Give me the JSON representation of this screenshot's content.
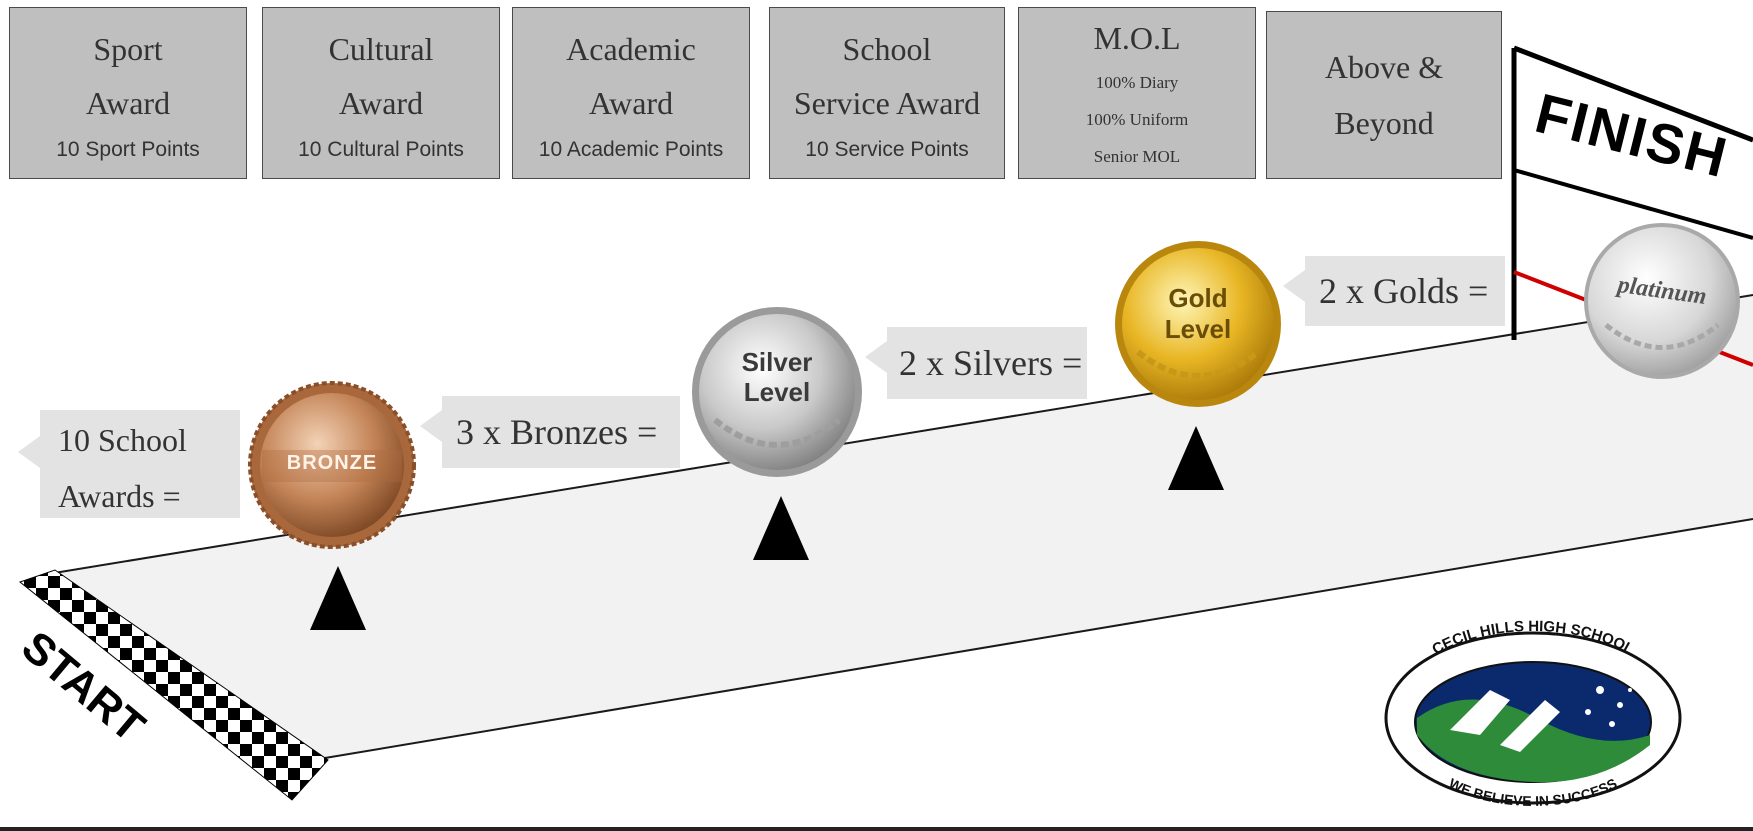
{
  "awards": [
    {
      "title_1": "Sport",
      "title_2": "Award",
      "sub": "10 Sport Points"
    },
    {
      "title_1": "Cultural",
      "title_2": "Award",
      "sub": "10 Cultural Points"
    },
    {
      "title_1": "Academic",
      "title_2": "Award",
      "sub": "10 Academic Points"
    },
    {
      "title_1": "School",
      "title_2": "Service Award",
      "sub": "10 Service Points"
    }
  ],
  "mol": {
    "title": "M.O.L",
    "line_1": "100% Diary",
    "line_2": "100% Uniform",
    "line_3": "Senior MOL"
  },
  "above": {
    "line_1": "Above &",
    "line_2": "Beyond"
  },
  "bubbles": {
    "school_awards_1": "10 School",
    "school_awards_2": "Awards =",
    "bronzes": "3 x Bronzes =",
    "silvers": "2 x Silvers =",
    "golds": "2 x Golds ="
  },
  "medals": {
    "bronze": "BRONZE",
    "silver_1": "Silver",
    "silver_2": "Level",
    "gold_1": "Gold",
    "gold_2": "Level",
    "platinum": "platinum"
  },
  "finish_label": "FINISH",
  "start_label": "START",
  "logo": {
    "top_text": "CECIL HILLS HIGH SCHOOL",
    "bottom_text": "WE BELIEVE IN SUCCESS"
  },
  "colors": {
    "box_fill": "#bfbfbf",
    "bubble_fill": "#e3e3e3",
    "finish_tape": "#d00000",
    "bronze": "#b5703f",
    "silver": "#bdbdbd",
    "gold": "#e3b21d",
    "logo_green": "#2e8b3a",
    "logo_blue": "#0b2a6e"
  }
}
